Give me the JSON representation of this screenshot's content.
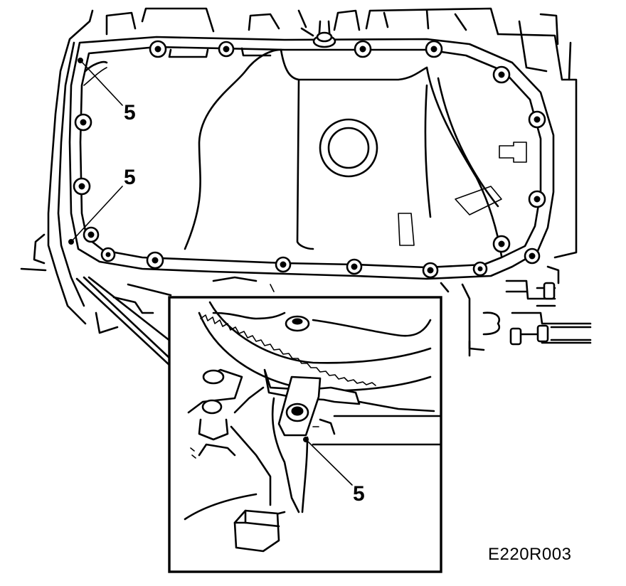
{
  "callouts": {
    "top_left_upper": "5",
    "top_left_lower": "5",
    "inset": "5"
  },
  "figure_code": "E220R003"
}
